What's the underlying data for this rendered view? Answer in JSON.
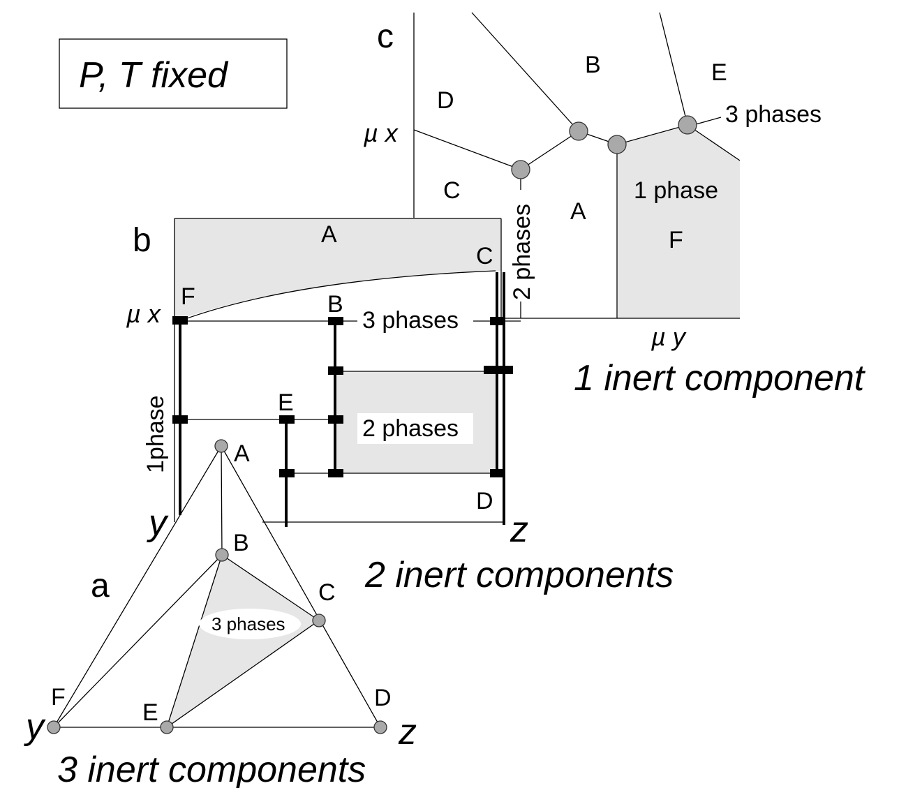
{
  "title": "P, T fixed",
  "panel_c": {
    "letter": "c",
    "caption": "1 inert component",
    "axis_x": "µ y",
    "axis_y": "µ x",
    "regions": {
      "A": "A",
      "B": "B",
      "C": "C",
      "D": "D",
      "E": "E",
      "F": "F"
    },
    "one_phase": "1 phase",
    "two_phases": "2 phases",
    "three_phases": "3 phases"
  },
  "panel_b": {
    "letter": "b",
    "caption": "2 inert components",
    "axis_y_label": "µ x",
    "corner_y": "y",
    "corner_z": "z",
    "one_phase": "1phase",
    "two_phases": "2 phases",
    "three_phases": "3 phases",
    "points": {
      "A": "A",
      "B": "B",
      "C": "C",
      "D": "D",
      "E": "E",
      "F": "F"
    }
  },
  "panel_a": {
    "letter": "a",
    "caption": "3 inert components",
    "corner_y": "y",
    "corner_z": "z",
    "three_phases": "3 phases",
    "points": {
      "A": "A",
      "B": "B",
      "C": "C",
      "D": "D",
      "E": "E",
      "F": "F"
    }
  },
  "colors": {
    "shade": "#e6e6e6",
    "node_fill": "#a9a9a9",
    "line": "#000000"
  }
}
